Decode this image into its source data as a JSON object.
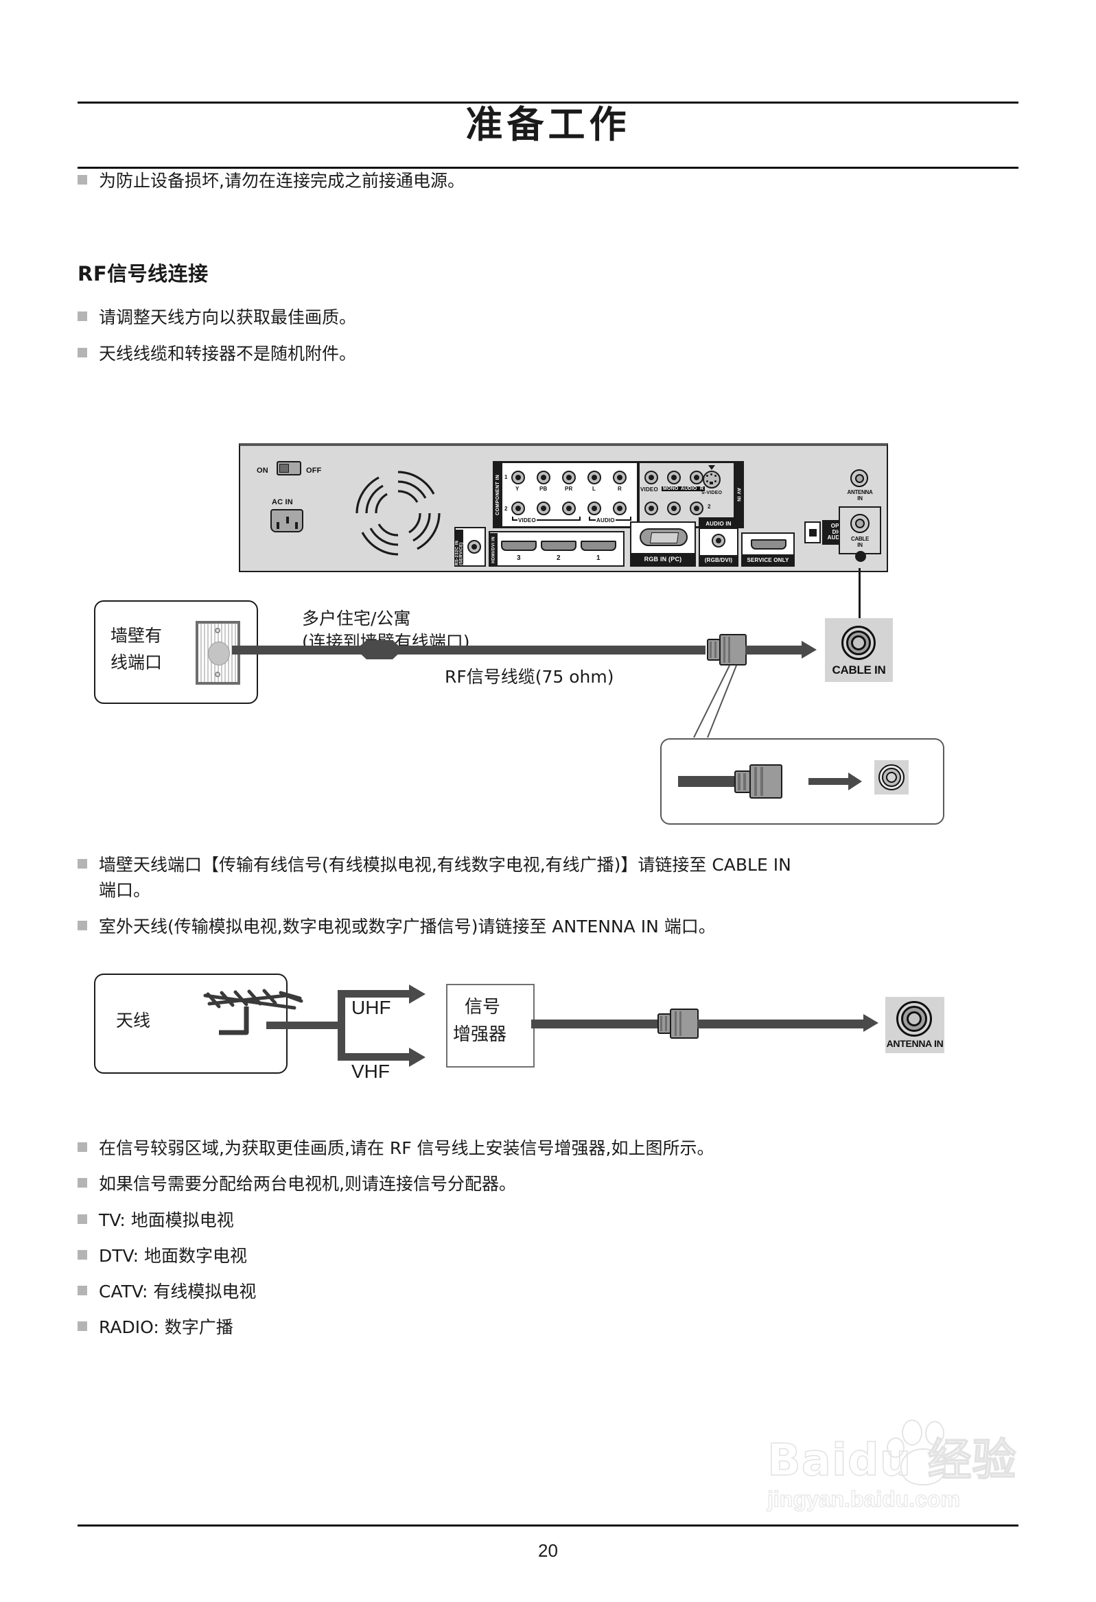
{
  "document": {
    "title": "准备工作",
    "page_number": "20"
  },
  "intro": {
    "note": "为防止设备损坏,请勿在连接完成之前接通电源。"
  },
  "section": {
    "heading": "RF信号线连接",
    "bullets": [
      "请调整天线方向以获取最佳画质。",
      "天线线缆和转接器不是随机附件。"
    ]
  },
  "tv_panel": {
    "power_on": "ON",
    "power_off": "OFF",
    "ac_in": "AC IN",
    "component_in": "COMPONENT IN",
    "component_row1": "1",
    "component_row2": "2",
    "component_labels": [
      "Y",
      "PB",
      "PR",
      "L",
      "R"
    ],
    "component_video_bracket": "VIDEO",
    "component_audio_bracket": "AUDIO",
    "av_in": "AV IN",
    "av_video": "VIDEO",
    "av_audio_mono": "MONO",
    "av_audio": "AUDIO",
    "av_audio_r": "R",
    "av_row1": "1",
    "av_row2": "2",
    "s_video": "S-VIDEO",
    "rs232c": "RS-232C IN (SERVICE)",
    "hdmi_label": "HDMI/DVI IN",
    "hdmi_ports": [
      "3",
      "2",
      "1"
    ],
    "rgb_in_pc": "RGB IN (PC)",
    "audio_in": "AUDIO IN",
    "audio_in_sub": "(RGB/DVI)",
    "service_only": "SERVICE ONLY",
    "optical_digital_audio_out": [
      "OPTICAL",
      "DIGITAL",
      "AUDIO OUT"
    ],
    "antenna_in": [
      "ANTENNA",
      "IN"
    ],
    "cable_in": [
      "CABLE",
      "IN"
    ]
  },
  "cable_diagram": {
    "wall_box_label_line1": "墙壁有",
    "wall_box_label_line2": "线端口",
    "multi_dwelling_line1": "多户住宅/公寓",
    "multi_dwelling_line2": "(连接到墙壁有线端口)",
    "rf_cable_label": "RF信号线缆(75 ohm)",
    "cable_in_port": "CABLE IN"
  },
  "antenna_diagram": {
    "antenna_label": "天线",
    "uhf": "UHF",
    "vhf": "VHF",
    "booster_line1": "信号",
    "booster_line2": "增强器",
    "antenna_in_port": "ANTENNA IN"
  },
  "notes": {
    "cable_note_line1": "墙壁天线端口【传输有线信号(有线模拟电视,有线数字电视,有线广播)】请链接至 CABLE IN",
    "cable_note_line2": "端口。",
    "antenna_note": "室外天线(传输模拟电视,数字电视或数字广播信号)请链接至 ANTENNA IN 端口。"
  },
  "footer_bullets": [
    "在信号较弱区域,为获取更佳画质,请在 RF 信号线上安装信号增强器,如上图所示。",
    "如果信号需要分配给两台电视机,则请连接信号分配器。",
    "TV: 地面模拟电视",
    "DTV: 地面数字电视",
    "CATV: 有线模拟电视",
    "RADIO: 数字广播"
  ],
  "watermark": {
    "main": "Baidu 经验",
    "sub": "jingyan.baidu.com"
  },
  "colors": {
    "ink": "#1b1b1b",
    "bullet_square": "#b4b4b4",
    "panel_bg": "#d9d9d9",
    "cable_grey": "#4a4a4a",
    "port_bg": "#d4d4d4"
  }
}
